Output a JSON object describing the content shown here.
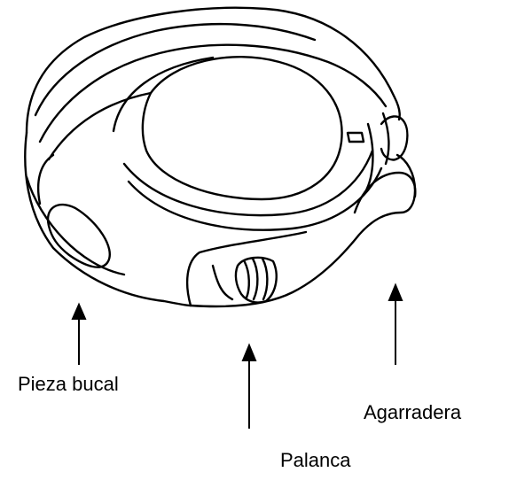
{
  "labels": {
    "mouthpiece": "Pieza bucal",
    "lever": "Palanca",
    "grip": "Agarradera"
  },
  "colors": {
    "ink": "#000000",
    "background": "#ffffff"
  }
}
